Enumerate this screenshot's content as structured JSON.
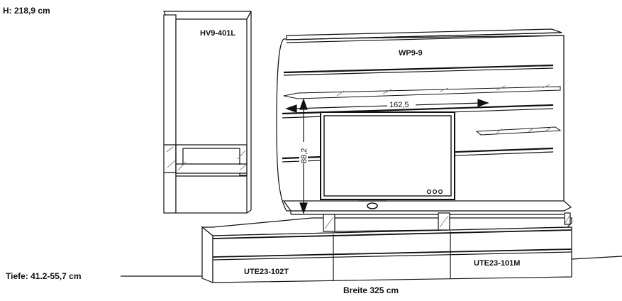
{
  "height_label": "H: 218,9 cm",
  "depth_label": "Tiefe: 41.2-55,7 cm",
  "width_label": "Breite  325 cm",
  "modules": {
    "tall_cabinet": "HV9-401L",
    "wall_panel": "WP9-9",
    "lowboard_left": "UTE23-102T",
    "lowboard_right": "UTE23-101M"
  },
  "dimensions": {
    "tv_width": "162,5",
    "tv_height": "88,2"
  },
  "colors": {
    "line": "#111111",
    "glass": "#777777",
    "background": "#ffffff"
  }
}
